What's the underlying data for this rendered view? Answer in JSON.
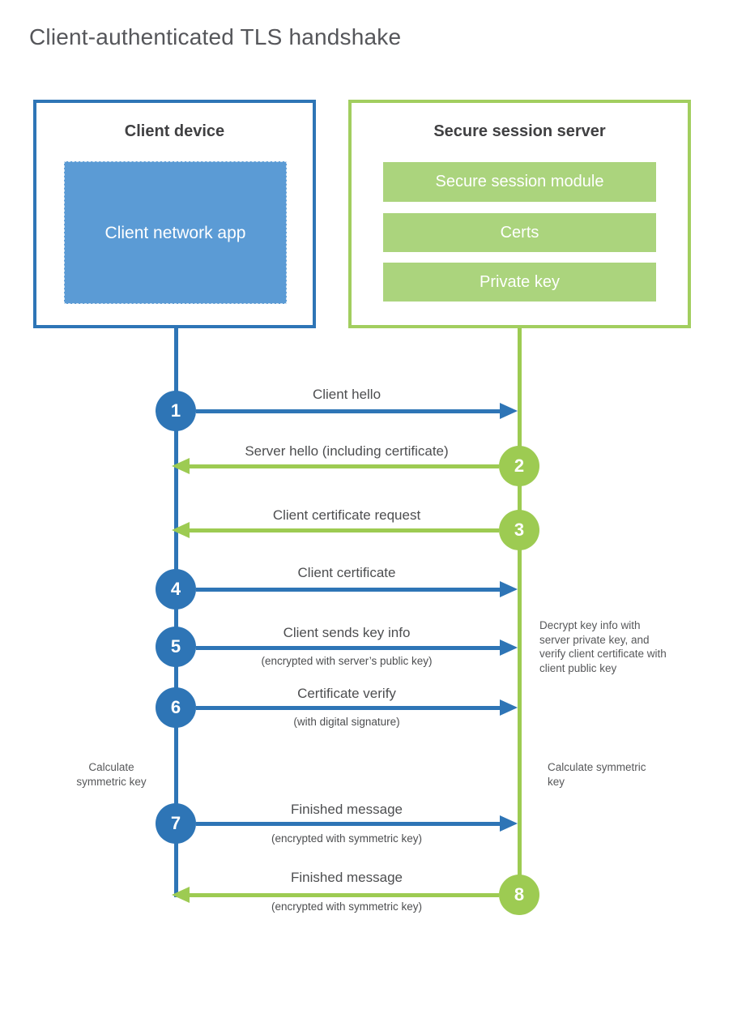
{
  "title": "Client-authenticated TLS handshake",
  "client_box": {
    "title": "Client device",
    "app_label": "Client network app"
  },
  "server_box": {
    "title": "Secure session server",
    "modules": [
      {
        "label": "Secure session module"
      },
      {
        "label": "Certs"
      },
      {
        "label": "Private key"
      }
    ]
  },
  "steps": [
    {
      "num": "1",
      "label": "Client hello",
      "sub": "",
      "direction": "right",
      "color": "blue"
    },
    {
      "num": "2",
      "label": "Server hello (including certificate)",
      "sub": "",
      "direction": "left",
      "color": "green"
    },
    {
      "num": "3",
      "label": "Client certificate request",
      "sub": "",
      "direction": "left",
      "color": "green"
    },
    {
      "num": "4",
      "label": "Client certificate",
      "sub": "",
      "direction": "right",
      "color": "blue"
    },
    {
      "num": "5",
      "label": "Client sends key info",
      "sub": "(encrypted with server’s public key)",
      "direction": "right",
      "color": "blue"
    },
    {
      "num": "6",
      "label": "Certificate verify",
      "sub": "(with digital signature)",
      "direction": "right",
      "color": "blue"
    },
    {
      "num": "7",
      "label": "Finished message",
      "sub": "(encrypted with symmetric key)",
      "direction": "right",
      "color": "blue"
    },
    {
      "num": "8",
      "label": "Finished message",
      "sub": "(encrypted with symmetric key)",
      "direction": "left",
      "color": "green"
    }
  ],
  "notes": {
    "decrypt": "Decrypt key info with server private key, and verify client certificate with client public key",
    "calc_left": "Calculate symmetric key",
    "calc_right": "Calculate symmetric key"
  },
  "colors": {
    "blue": "#2E75B6",
    "blue-fill": "#5B9BD5",
    "green": "#9DCB52",
    "green-light": "#ABD47D",
    "green-border": "#A2CE5F"
  }
}
